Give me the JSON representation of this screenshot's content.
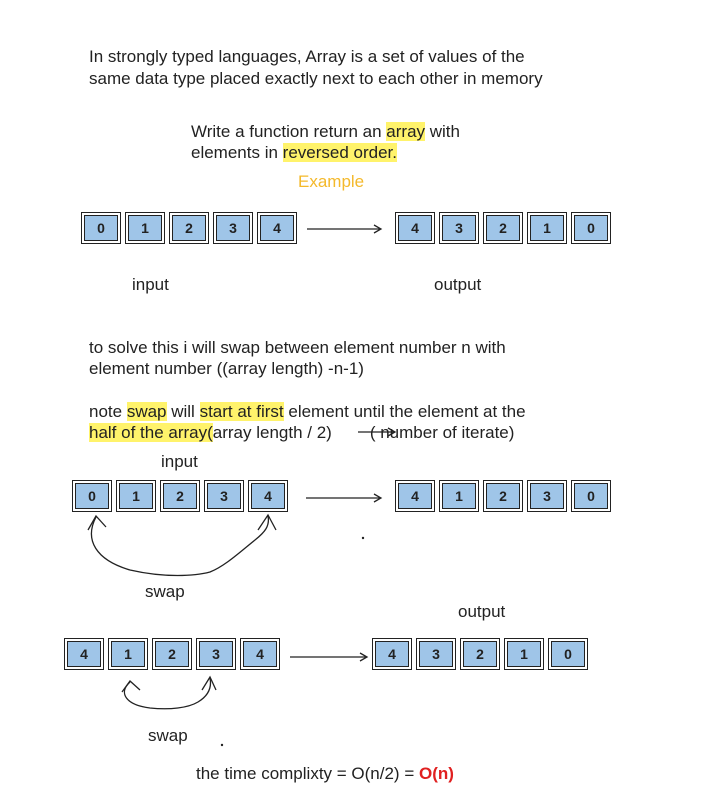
{
  "intro": {
    "line1": "In strongly typed languages, Array is a set of values of the",
    "line2": "same data type placed exactly next to each other in memory"
  },
  "task": {
    "l1_a": "Write a function return an ",
    "l1_hl": "array",
    "l1_b": " with",
    "l2_a": "elements in ",
    "l2_hl": "reversed order.",
    "example": "Example"
  },
  "example": {
    "input": [
      "0",
      "1",
      "2",
      "3",
      "4"
    ],
    "output": [
      "4",
      "3",
      "2",
      "1",
      "0"
    ],
    "input_label": "input",
    "output_label": "output"
  },
  "solve": {
    "l1": "to solve this i will swap between element number n with",
    "l2": "element number ((array length) -n-1)",
    "n_a": "note ",
    "n_hl1": "swap",
    "n_b": " will ",
    "n_hl2": "start at first",
    "n_c": " element until the element at the",
    "h_hl": "half of the array(",
    "h_b": "array length / 2)",
    "h_c": "( number of iterate)"
  },
  "step1": {
    "label": "input",
    "input": [
      "0",
      "1",
      "2",
      "3",
      "4"
    ],
    "output": [
      "4",
      "1",
      "2",
      "3",
      "0"
    ],
    "swap": "swap"
  },
  "step2": {
    "label": "output",
    "input": [
      "4",
      "1",
      "2",
      "3",
      "4"
    ],
    "output": [
      "4",
      "3",
      "2",
      "1",
      "0"
    ],
    "swap": "swap"
  },
  "complexity": {
    "text": "the time complixty = O(n/2) = ",
    "result": "O(n)"
  }
}
